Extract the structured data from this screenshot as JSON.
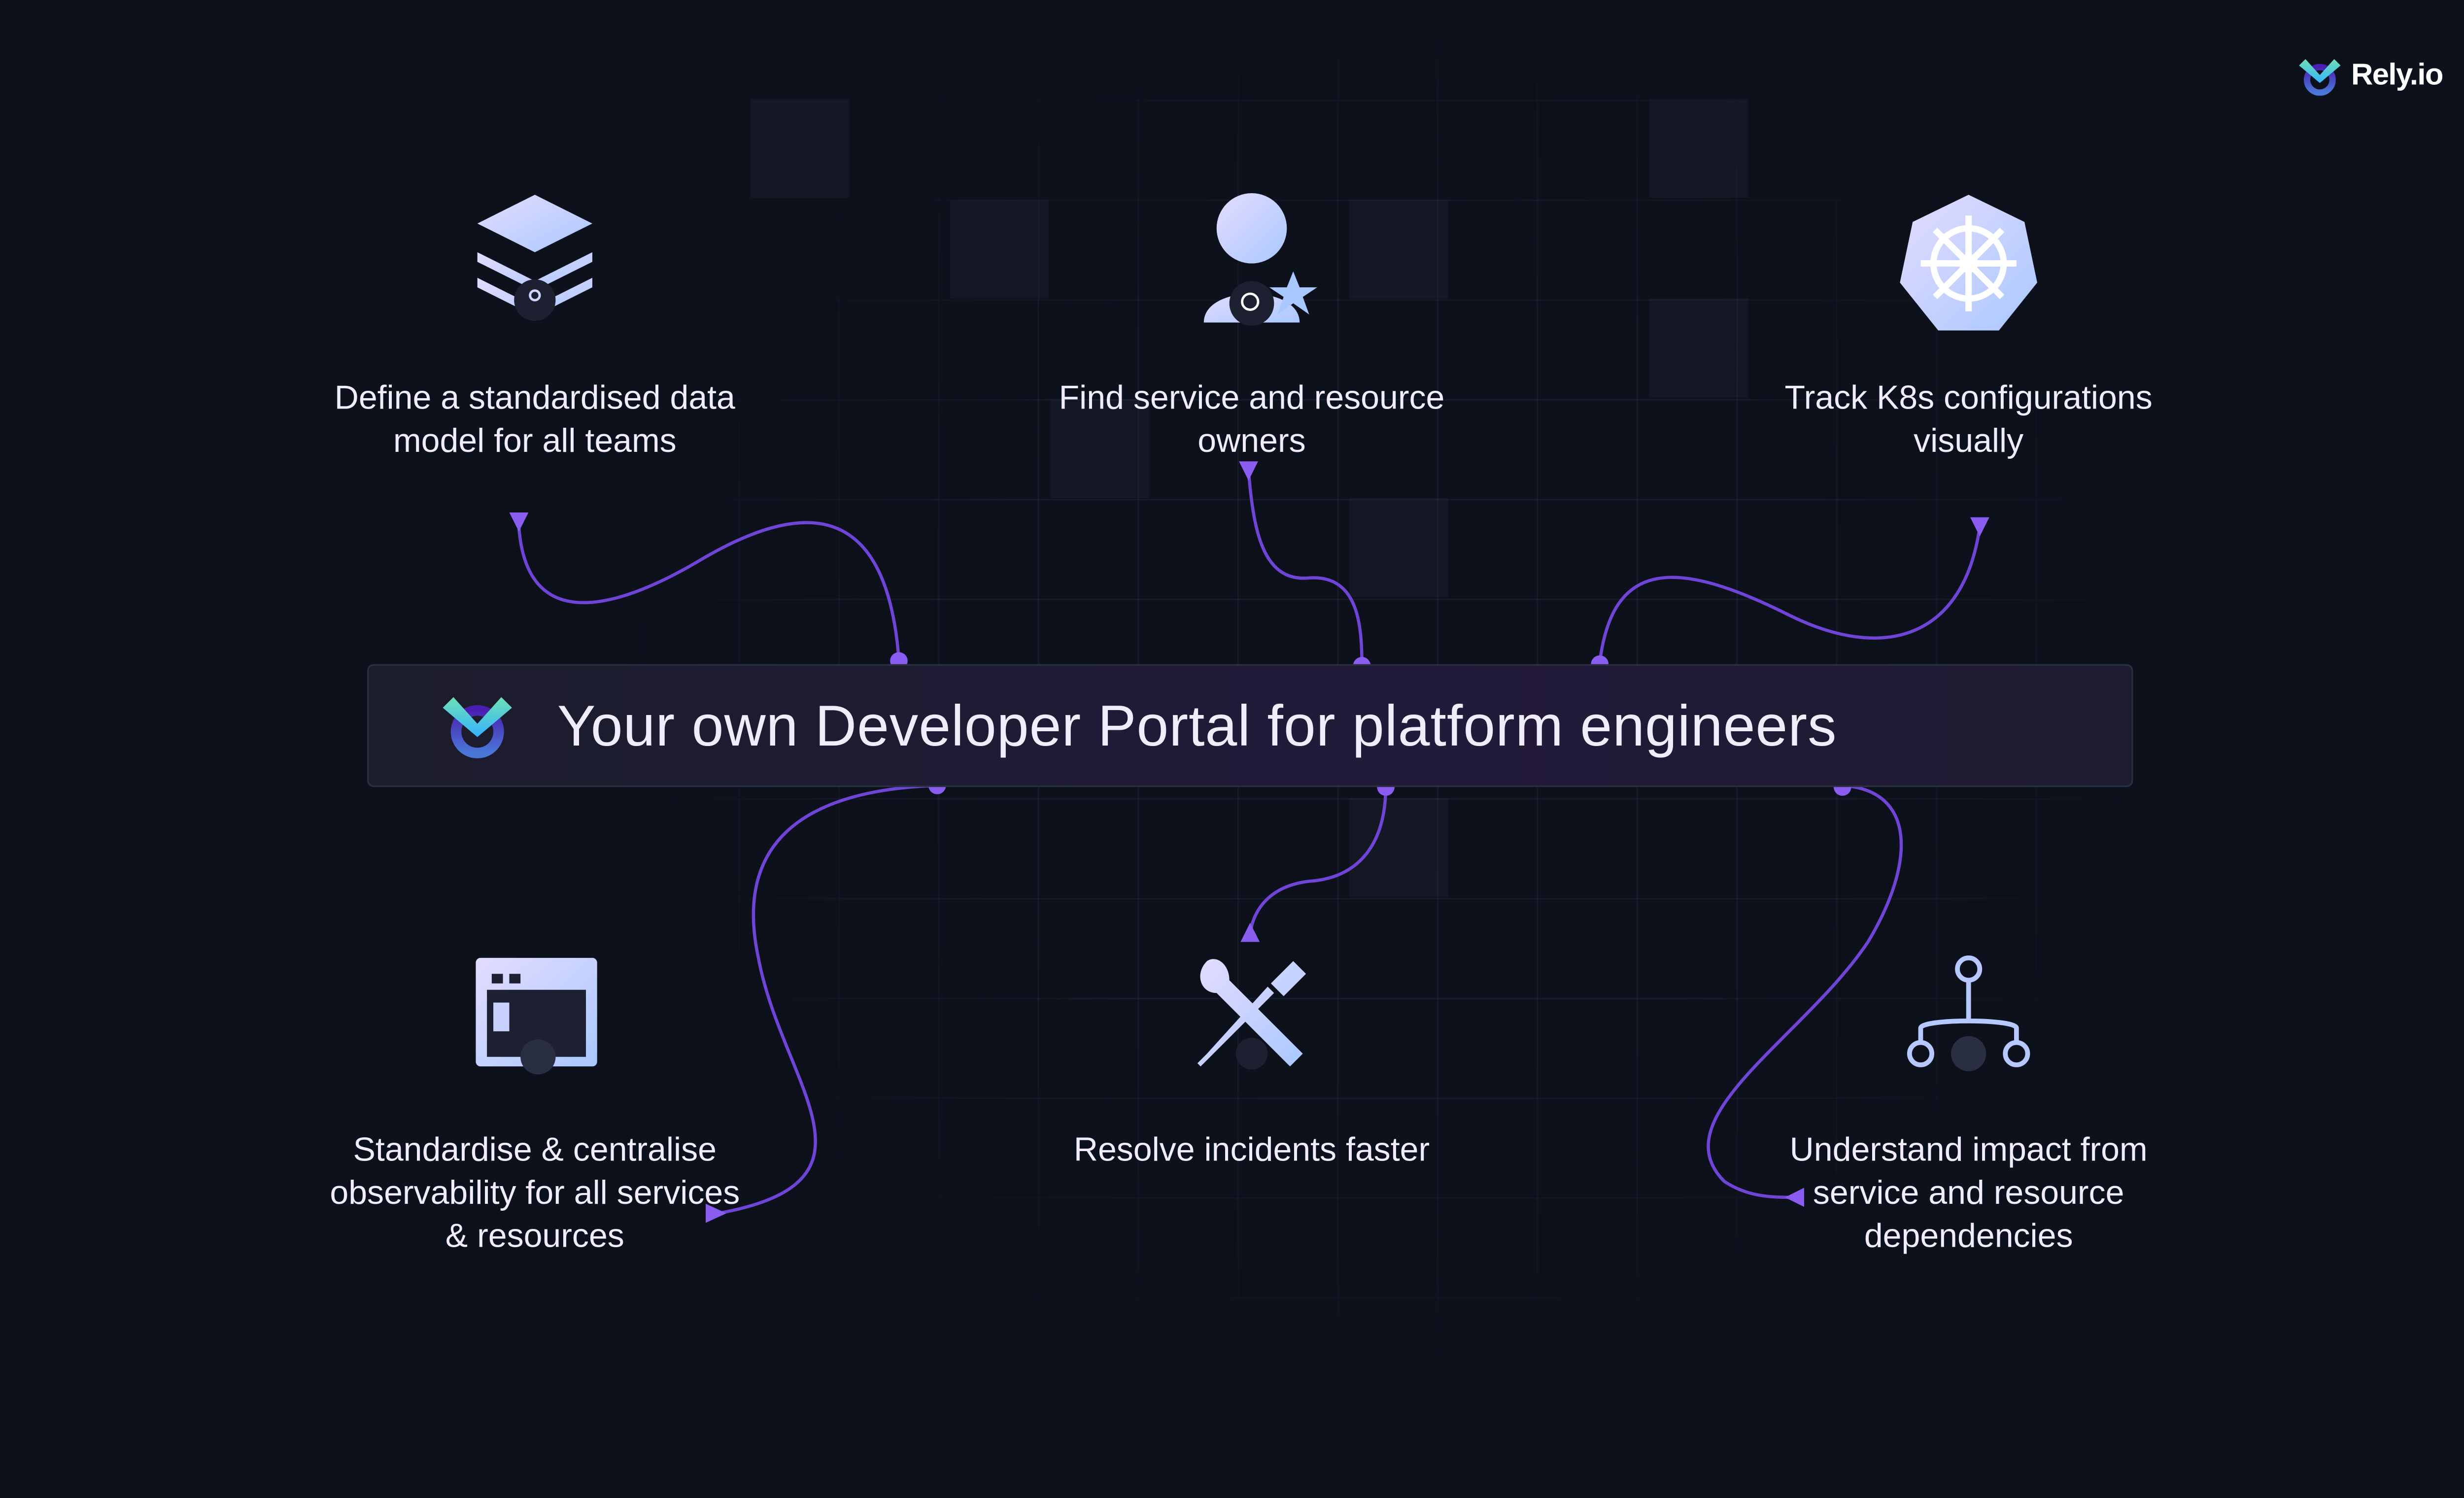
{
  "brand": {
    "name": "Rely.io"
  },
  "banner": {
    "title": "Your own Developer Portal for platform engineers"
  },
  "features": [
    {
      "label": "Define a standardised data model for all teams",
      "icon": "layers-icon"
    },
    {
      "label": "Find service and resource owners",
      "icon": "user-search-star-icon"
    },
    {
      "label": "Track K8s configurations visually",
      "icon": "kubernetes-helm-icon"
    },
    {
      "label": "Standardise & centralise observability for all services & resources",
      "icon": "dashboard-window-icon"
    },
    {
      "label": "Resolve incidents faster",
      "icon": "wrench-screwdriver-icon"
    },
    {
      "label": "Understand impact from service and resource dependencies",
      "icon": "dependency-tree-icon"
    }
  ],
  "colors": {
    "background": "#0d111c",
    "accent": "#7b4fe0",
    "text": "#f1ecfb"
  }
}
